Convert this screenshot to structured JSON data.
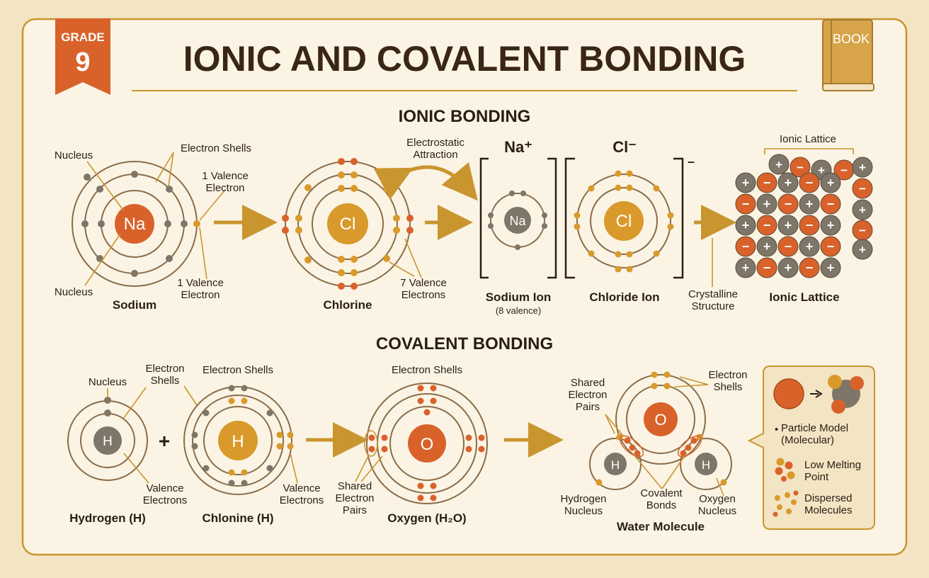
{
  "title": "IONIC AND COVALENT BONDING",
  "grade_badge": {
    "label": "GRADE",
    "number": "9"
  },
  "book_label": "BOOK",
  "colors": {
    "background": "#fbf4e4",
    "frame": "#c9952f",
    "orange": "#d9622b",
    "gold": "#d99a2b",
    "gray": "#7d7669",
    "ink": "#2a1e14"
  },
  "ionic": {
    "heading": "IONIC BONDING",
    "sodium": {
      "symbol": "Na",
      "caption": "Sodium",
      "labels": {
        "nucleus_top": "Nucleus",
        "nucleus_bottom": "Nucleus",
        "shells": "Electron Shells",
        "valence_top": "1 Valence Electron",
        "valence_bottom": "1 Valence Electron"
      }
    },
    "chlorine": {
      "symbol": "Cl",
      "caption": "Chlorine",
      "valence": "7 Valence Electrons"
    },
    "attraction": "Electrostatic Attraction",
    "sodium_ion": {
      "symbol": "Na",
      "charge": "Na⁺",
      "caption": "Sodium Ion",
      "subcaption": "(8 valence)"
    },
    "chloride_ion": {
      "symbol": "Cl",
      "charge": "Cl⁻",
      "caption": "Chloride Ion",
      "bracket_sign": "–"
    },
    "crystalline": "Crystalline Structure",
    "lattice": {
      "label": "Ionic Lattice",
      "caption": "Ionic Lattice",
      "plus": "+",
      "minus": "−"
    }
  },
  "covalent": {
    "heading": "COVALENT BONDING",
    "hydrogen": {
      "symbol": "H",
      "caption": "Hydrogen (H)",
      "labels": {
        "nucleus": "Nucleus",
        "shells": "Electron Shells",
        "valence": "Valence Electrons"
      }
    },
    "plus": "+",
    "chlonine": {
      "symbol": "H",
      "caption": "Chlonine (H)",
      "labels": {
        "shells": "Electron Shells",
        "valence": "Valence Electrons"
      }
    },
    "oxygen": {
      "symbol": "O",
      "caption": "Oxygen (H₂O)",
      "labels": {
        "shells": "Electron Shells",
        "shared": "Shared Electron Pairs"
      }
    },
    "water": {
      "o_symbol": "O",
      "h_symbol": "H",
      "caption": "Water Molecule",
      "labels": {
        "shared": "Shared Electron Pairs",
        "shells": "Electron Shells",
        "hydrogen_nucleus": "Hydrogen Nucleus",
        "covalent_bonds": "Covalent Bonds",
        "oxygen_nucleus": "Oxygen Nucleus"
      }
    },
    "legend": {
      "items": [
        "Particle Model (Molecular)",
        "Low Melting Point",
        "Dispersed Molecules"
      ],
      "bullet": "•"
    }
  }
}
